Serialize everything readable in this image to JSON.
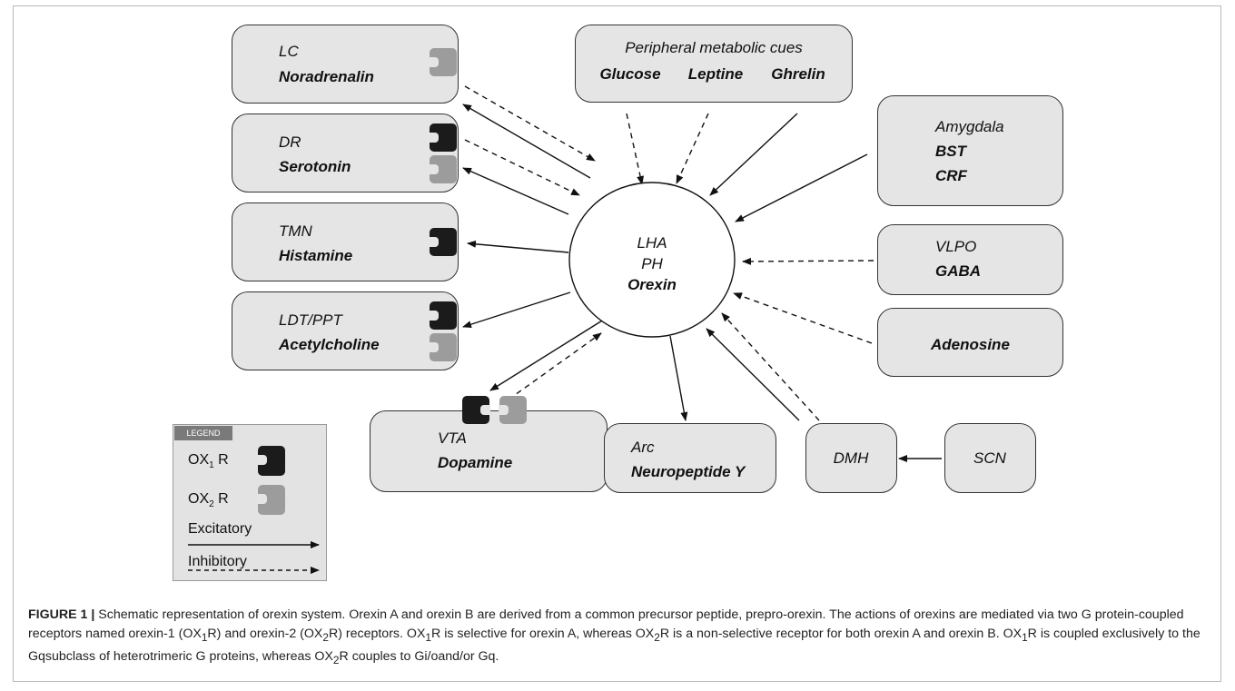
{
  "center": {
    "line1": "LHA",
    "line2": "PH",
    "line3": "Orexin"
  },
  "nodes": {
    "lc": {
      "region": "LC",
      "transmitter": "Noradrenalin"
    },
    "dr": {
      "region": "DR",
      "transmitter": "Serotonin"
    },
    "tmn": {
      "region": "TMN",
      "transmitter": "Histamine"
    },
    "ldt": {
      "region": "LDT/PPT",
      "transmitter": "Acetylcholine"
    },
    "vta": {
      "region": "VTA",
      "transmitter": "Dopamine"
    },
    "arc": {
      "region": "Arc",
      "transmitter": "Neuropeptide Y"
    },
    "dmh": {
      "region": "DMH"
    },
    "scn": {
      "region": "SCN"
    },
    "peripheral": {
      "title": "Peripheral metabolic cues",
      "cues": [
        "Glucose",
        "Leptine",
        "Ghrelin"
      ]
    },
    "amygdala": {
      "region": "Amygdala",
      "line2": "BST",
      "line3": "CRF"
    },
    "vlpo": {
      "region": "VLPO",
      "transmitter": "GABA"
    },
    "adenosine": {
      "transmitter": "Adenosine"
    }
  },
  "legend": {
    "header": "LEGEND",
    "ox1": {
      "prefix": "OX",
      "sub": "1",
      "suffix": " R"
    },
    "ox2": {
      "prefix": "OX",
      "sub": "2",
      "suffix": " R"
    },
    "excitatory": "Excitatory",
    "inhibitory": "Inhibitory"
  },
  "colors": {
    "box_fill": "#e5e5e5",
    "ox1_receptor": "#1b1b1b",
    "ox2_receptor": "#9c9c9c"
  },
  "caption": {
    "label": "FIGURE 1 |",
    "parts": [
      " Schematic representation of orexin system. Orexin A and orexin B are derived from a common precursor peptide, prepro-orexin. The actions of orexins are mediated via two G protein-coupled receptors named orexin-1 (OX",
      "1",
      "R) and orexin-2 (OX",
      "2",
      "R) receptors. OX",
      "1",
      "R is selective for orexin A, whereas OX",
      "2",
      "R is a non-selective receptor for both orexin A and orexin B. OX",
      "1",
      "R is coupled exclusively to the Gqsubclass of heterotrimeric G proteins, whereas OX",
      "2",
      "R couples to Gi/oand/or Gq."
    ]
  }
}
